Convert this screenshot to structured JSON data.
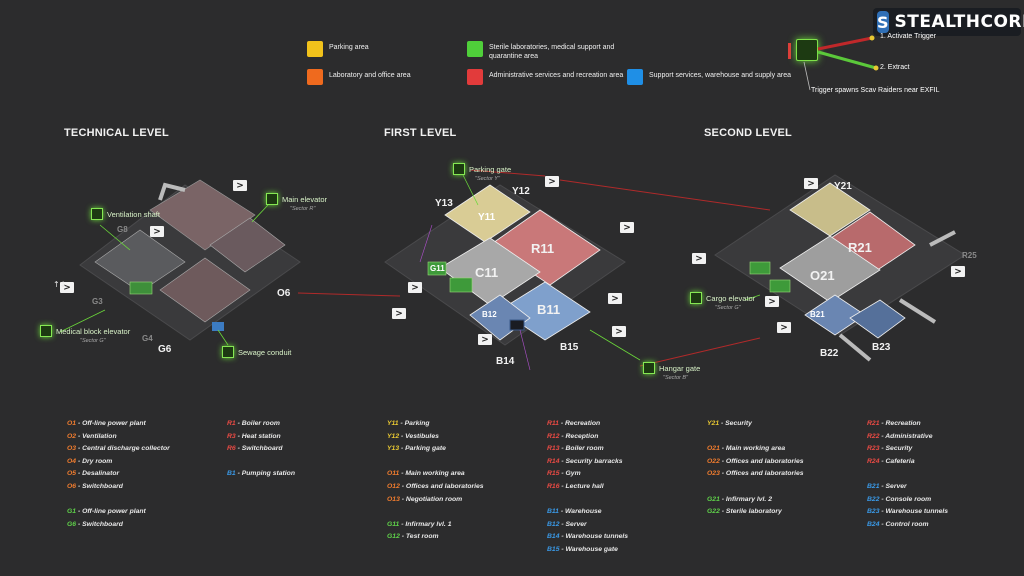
{
  "logo": {
    "mark": "S",
    "brand_a": "STEALTH",
    "brand_b": "CORE"
  },
  "legend": [
    {
      "label": "Parking area",
      "color": "#f1c21b"
    },
    {
      "label": "Laboratory and office area",
      "color": "#ef6a1e"
    },
    {
      "label": "Sterile laboratories, medical support and quarantine area",
      "color": "#4fcf3a"
    },
    {
      "label": "Administrative services and recreation area",
      "color": "#e23b3b"
    },
    {
      "label": "Support services, warehouse and supply area",
      "color": "#1f8fe6"
    }
  ],
  "exfil": {
    "step1": "1. Activate Trigger",
    "step2": "2. Extract",
    "note": "Trigger spawns Scav Raiders near EXFIL"
  },
  "levels": {
    "technical": "TECHNICAL LEVEL",
    "first": "FIRST LEVEL",
    "second": "SECOND LEVEL"
  },
  "gates": {
    "ventilation": "Ventilation shaft",
    "main_elevator": "Main elevator",
    "main_elevator_sub": "\"Sector R\"",
    "medical_elevator": "Medical block elevator",
    "medical_elevator_sub": "\"Sector G\"",
    "sewage": "Sewage conduit",
    "parking_gate": "Parking gate",
    "parking_gate_sub": "\"Sector Y\"",
    "cargo_elevator": "Cargo elevator",
    "cargo_elevator_sub": "\"Sector G\"",
    "hangar_gate": "Hangar gate",
    "hangar_gate_sub": "\"Sector B\""
  },
  "zones": {
    "g6": "G6",
    "o6": "O6",
    "g3": "G3",
    "g4": "G4",
    "g8": "G8",
    "y13": "Y13",
    "y12": "Y12",
    "y11": "Y11",
    "r11": "R11",
    "c11": "C11",
    "b11": "B11",
    "b14": "B14",
    "b15": "B15",
    "b12": "B12",
    "g11": "G11",
    "y21": "Y21",
    "r21": "R21",
    "o21": "O21",
    "b21": "B21",
    "b22": "B22",
    "b23": "B23",
    "r25": "R25"
  },
  "lists": {
    "technical_o": [
      {
        "code": "O1",
        "name": "Off-line power plant"
      },
      {
        "code": "O2",
        "name": "Ventilation"
      },
      {
        "code": "O3",
        "name": "Central discharge collector"
      },
      {
        "code": "O4",
        "name": "Dry room"
      },
      {
        "code": "O5",
        "name": "Desalinator"
      },
      {
        "code": "O6",
        "name": "Switchboard"
      }
    ],
    "technical_g": [
      {
        "code": "G1",
        "name": "Off-line power plant"
      },
      {
        "code": "G6",
        "name": "Switchboard"
      }
    ],
    "technical_r": [
      {
        "code": "R1",
        "name": "Boiler room"
      },
      {
        "code": "R3",
        "name": "Heat station"
      },
      {
        "code": "R6",
        "name": "Switchboard"
      }
    ],
    "technical_b": [
      {
        "code": "B1",
        "name": "Pumping station"
      }
    ],
    "first_y": [
      {
        "code": "Y11",
        "name": "Parking"
      },
      {
        "code": "Y12",
        "name": "Vestibules"
      },
      {
        "code": "Y13",
        "name": "Parking gate"
      }
    ],
    "first_o": [
      {
        "code": "O11",
        "name": "Main working area"
      },
      {
        "code": "O12",
        "name": "Offices and laboratories"
      },
      {
        "code": "O13",
        "name": "Negotiation room"
      }
    ],
    "first_g": [
      {
        "code": "G11",
        "name": "Infirmary lvl. 1"
      },
      {
        "code": "G12",
        "name": "Test room"
      }
    ],
    "first_r": [
      {
        "code": "R11",
        "name": "Recreation"
      },
      {
        "code": "R12",
        "name": "Reception"
      },
      {
        "code": "R13",
        "name": "Boiler room"
      },
      {
        "code": "R14",
        "name": "Security barracks"
      },
      {
        "code": "R15",
        "name": "Gym"
      },
      {
        "code": "R16",
        "name": "Lecture hall"
      }
    ],
    "first_b": [
      {
        "code": "B11",
        "name": "Warehouse"
      },
      {
        "code": "B12",
        "name": "Server"
      },
      {
        "code": "B14",
        "name": "Warehouse tunnels"
      },
      {
        "code": "B15",
        "name": "Warehouse gate"
      }
    ],
    "second_y": [
      {
        "code": "Y21",
        "name": "Security"
      }
    ],
    "second_o": [
      {
        "code": "O21",
        "name": "Main working area"
      },
      {
        "code": "O22",
        "name": "Offices and laboratories"
      },
      {
        "code": "O23",
        "name": "Offices and laboratories"
      }
    ],
    "second_g": [
      {
        "code": "G21",
        "name": "Infirmary lvl. 2"
      },
      {
        "code": "G22",
        "name": "Sterile laboratory"
      }
    ],
    "second_r": [
      {
        "code": "R21",
        "name": "Recreation"
      },
      {
        "code": "R22",
        "name": "Administrative"
      },
      {
        "code": "R23",
        "name": "Security"
      },
      {
        "code": "R24",
        "name": "Cafeteria"
      }
    ],
    "second_b": [
      {
        "code": "B21",
        "name": "Server"
      },
      {
        "code": "B22",
        "name": "Console room"
      },
      {
        "code": "B23",
        "name": "Warehouse tunnels"
      },
      {
        "code": "B24",
        "name": "Control room"
      }
    ]
  },
  "separator": " - ",
  "stair_glyph": ">",
  "updown_glyph": "↑↓"
}
